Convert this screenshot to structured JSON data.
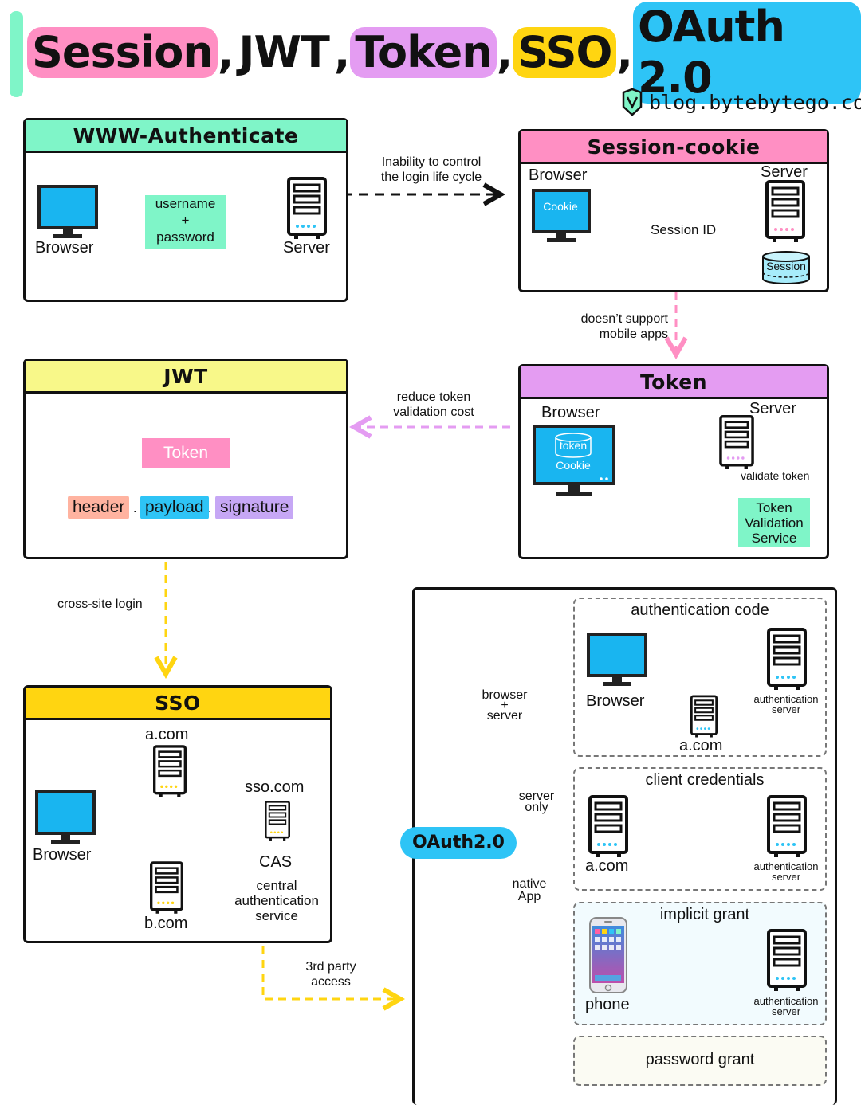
{
  "title": {
    "words": [
      {
        "text": "Session",
        "color": "#ff8fc3"
      },
      {
        "text": "JWT",
        "color": "#ffffff"
      },
      {
        "text": "Token",
        "color": "#e49cf2"
      },
      {
        "text": "SSO",
        "color": "#ffd511"
      },
      {
        "text": "OAuth 2.0",
        "color": "#2ec4f6"
      }
    ],
    "separator": ","
  },
  "brand": {
    "text": "blog.bytebytego.com",
    "icon": "bytebytego-logo-icon"
  },
  "www_auth": {
    "header": "WWW-Authenticate",
    "header_color": "#7ff5c8",
    "browser": "Browser",
    "credentials_line1": "username",
    "credentials_plus": "+",
    "credentials_line2": "password",
    "server": "Server"
  },
  "session_cookie": {
    "header": "Session-cookie",
    "header_color": "#ff8fc3",
    "browser": "Browser",
    "server": "Server",
    "cookie": "Cookie",
    "session_id": "Session ID",
    "session": "Session"
  },
  "token": {
    "header": "Token",
    "header_color": "#e49cf2",
    "browser": "Browser",
    "server": "Server",
    "token_chip": "token",
    "cookie": "Cookie",
    "validate": "validate token",
    "tvs_line1": "Token",
    "tvs_line2": "Validation",
    "tvs_line3": "Service"
  },
  "jwt": {
    "header": "JWT",
    "header_color": "#f8f889",
    "token": "Token",
    "header_part": "header",
    "dot1": ".",
    "payload": "payload",
    "dot2": ".",
    "signature": "signature"
  },
  "sso": {
    "header": "SSO",
    "header_color": "#ffd511",
    "a_com": "a.com",
    "sso_com": "sso.com",
    "browser": "Browser",
    "cas": "CAS",
    "central_line1": "central",
    "central_line2": "authentication",
    "central_line3": "service",
    "b_com": "b.com"
  },
  "transitions": {
    "inability_line1": "Inability to control",
    "inability_line2": "the login life cycle",
    "mobile_line1": "doesn’t support",
    "mobile_line2": "mobile apps",
    "reduce_line1": "reduce token",
    "reduce_line2": "validation cost",
    "cross_site": "cross-site login",
    "third_line1": "3rd party",
    "third_line2": "access"
  },
  "oauth": {
    "label": "OAuth2.0",
    "browser_server_line1": "browser",
    "browser_server_plus": "+",
    "browser_server_line2": "server",
    "server_only_line1": "server",
    "server_only_line2": "only",
    "native_line1": "native",
    "native_line2": "App",
    "auth_code": {
      "title": "authentication code",
      "browser": "Browser",
      "a_com": "a.com",
      "auth_line1": "authentication",
      "auth_line2": "server"
    },
    "client_credentials": {
      "title": "client credentials",
      "a_com": "a.com",
      "auth_line1": "authentication",
      "auth_line2": "server"
    },
    "implicit": {
      "title": "implicit grant",
      "phone": "phone",
      "auth_line1": "authentication",
      "auth_line2": "server"
    },
    "password": {
      "title": "password grant"
    }
  },
  "colors": {
    "monitor": "#19b5f0",
    "server": "#111111",
    "green": "#7ff5c8",
    "pink": "#ff8fc3",
    "purple": "#e49cf2",
    "yellow": "#ffd511",
    "cyan": "#2ec4f6",
    "orange": "#ffb3a0",
    "lavender": "#c6a7f5"
  }
}
